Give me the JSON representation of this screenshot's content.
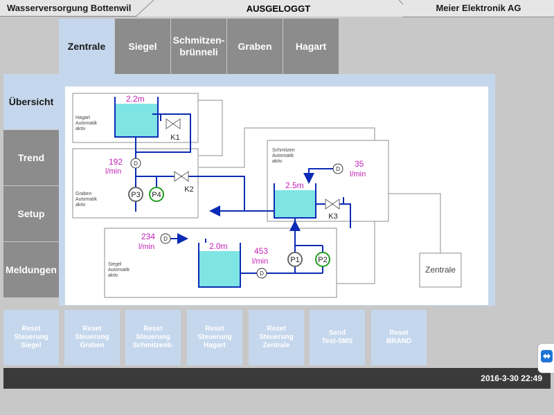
{
  "header": {
    "site_title": "Wasserversorgung Bottenwil",
    "login_status": "AUSGELOGGT",
    "company": "Meier Elektronik AG"
  },
  "tabs": [
    {
      "label": "Zentrale",
      "active": true
    },
    {
      "label": "Siegel",
      "active": false
    },
    {
      "label": "Schmitzen-\nbrünneli",
      "active": false
    },
    {
      "label": "Graben",
      "active": false
    },
    {
      "label": "Hagart",
      "active": false
    }
  ],
  "side_nav": [
    {
      "label": "Übersicht",
      "active": true
    },
    {
      "label": "Trend",
      "active": false
    },
    {
      "label": "Setup",
      "active": false
    },
    {
      "label": "Meldungen",
      "active": false
    }
  ],
  "diagram": {
    "hagart": {
      "status": [
        "Hagart",
        "Automatik",
        "aktiv"
      ],
      "level": "2.2m",
      "valve": "K1"
    },
    "graben": {
      "status": [
        "Graben",
        "Automatik",
        "aktiv"
      ],
      "flow_value": "192",
      "flow_unit": "l/min",
      "valve": "K2",
      "pump_a": "P3",
      "pump_b": "P4",
      "meter": "D"
    },
    "schmitzen": {
      "status": [
        "Schmitzen",
        "Automatik",
        "aktiv"
      ],
      "flow_value": "35",
      "flow_unit": "l/min",
      "level": "2.5m",
      "valve": "K3",
      "meter": "D"
    },
    "siegel": {
      "status": [
        "Siegel",
        "Automatik",
        "aktiv"
      ],
      "in_flow_value": "234",
      "in_flow_unit": "l/min",
      "out_flow_value": "453",
      "out_flow_unit": "l/min",
      "level": "2.0m",
      "pump_a": "P1",
      "pump_b": "P2",
      "meter": "D"
    },
    "zentrale_label": "Zentrale"
  },
  "reset_buttons": [
    "Reset\nSteuerung\nSiegel",
    "Reset\nSteuerung\nGraben",
    "Reset\nSteuerung\nSchmitzenb.",
    "Reset\nSteuerung\nHagart",
    "Reset\nSteuerung\nZentrale",
    "Send\nTest-SMS",
    "Reset\nBRAND"
  ],
  "status_bar": {
    "datetime": "2016-3-30 22:49"
  },
  "colors": {
    "accent_blue": "#0a2bb5",
    "active_tab": "#c5d7ec",
    "inactive_tab": "#8c8c8c",
    "water": "#7fe4e4",
    "flow_text": "#c21fb8",
    "pump_on": "#1e9e1e",
    "status_bar": "#3a3a3a"
  }
}
